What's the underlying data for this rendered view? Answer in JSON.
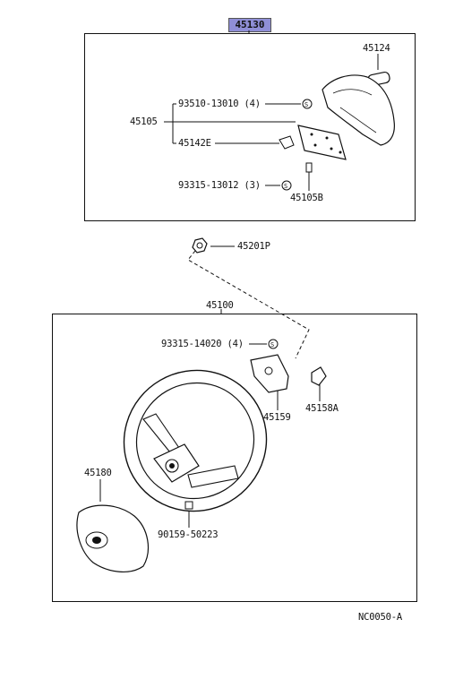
{
  "diagram": {
    "top_assembly": {
      "header_part": "45130",
      "parts": {
        "p45124": "45124",
        "p93510": "93510-13010 (4)",
        "p45105": "45105",
        "p45142e": "45142E",
        "p93315a": "93315-13012 (3)",
        "p45105b": "45105B"
      }
    },
    "mid": {
      "p45201p": "45201P"
    },
    "bottom_assembly": {
      "header_part": "45100",
      "parts": {
        "p93315b": "93315-14020 (4)",
        "p45159": "45159",
        "p45158a": "45158A",
        "p45180": "45180",
        "p90159": "90159-50223"
      }
    },
    "code": "NC0050-A"
  }
}
